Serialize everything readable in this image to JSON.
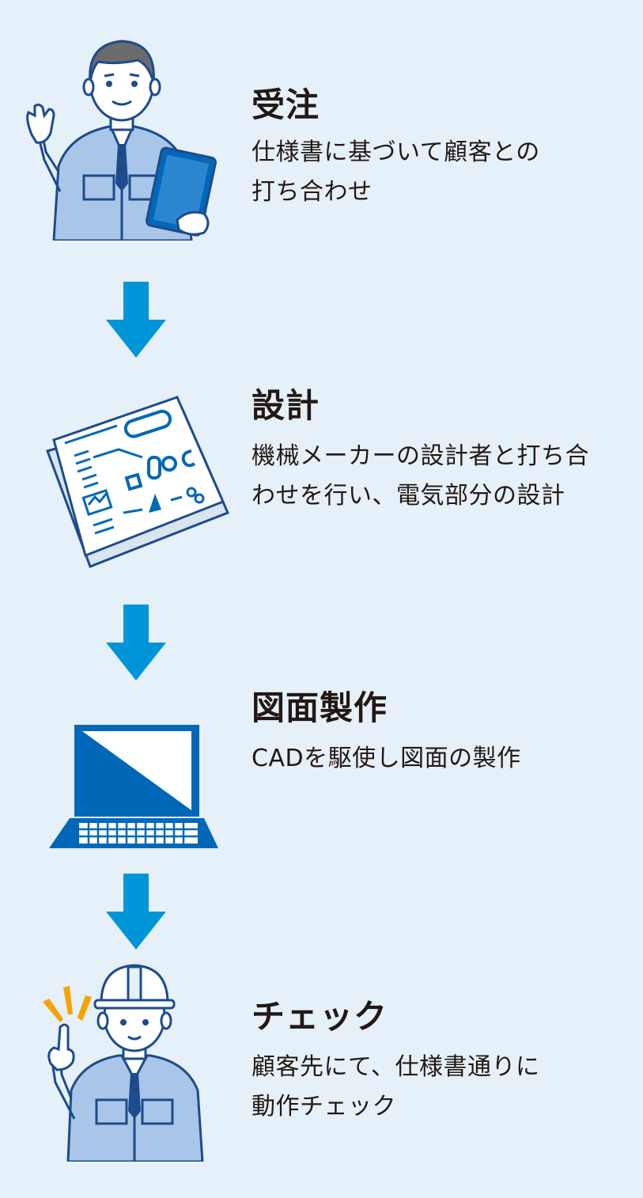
{
  "colors": {
    "background": "#e6f0f8",
    "arrow": "#0095d9",
    "accent_blue": "#0068b7",
    "line": "#1d4c8c",
    "uniform": "#a9c5e8",
    "spark": "#f4a300"
  },
  "steps": [
    {
      "title": "受注",
      "desc_lines": [
        "仕様書に基づいて顧客との",
        "打ち合わせ"
      ],
      "icon": "businessman-with-tablet-icon"
    },
    {
      "title": "設計",
      "desc_lines": [
        "機械メーカーの設計者と打ち合",
        "わせを行い、電気部分の設計"
      ],
      "icon": "design-document-icon"
    },
    {
      "title": "図面製作",
      "desc_lines": [
        "CADを駆使し図面の製作"
      ],
      "icon": "laptop-cad-icon"
    },
    {
      "title": "チェック",
      "desc_lines": [
        "顧客先にて、仕様書通りに",
        "動作チェック"
      ],
      "icon": "worker-in-helmet-icon"
    }
  ],
  "arrows": [
    "down-arrow-icon",
    "down-arrow-icon",
    "down-arrow-icon"
  ]
}
